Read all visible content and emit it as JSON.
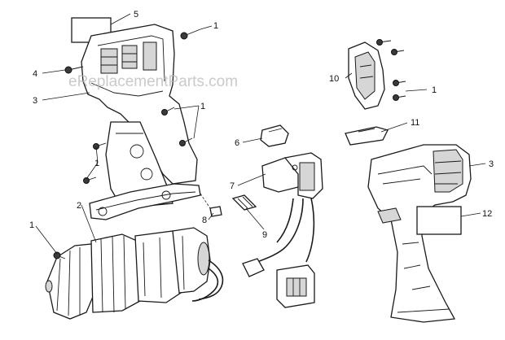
{
  "watermark": "eReplacementParts.com",
  "callouts": {
    "c5": "5",
    "c1_top": "1",
    "c4": "4",
    "c3_left": "3",
    "c1_mid_right": "1",
    "c1_mid_left": "1",
    "c2": "2",
    "c1_bottom": "1",
    "c6": "6",
    "c7": "7",
    "c8": "8",
    "c9": "9",
    "c10": "10",
    "c1_right": "1",
    "c11": "11",
    "c3_right": "3",
    "c12": "12"
  },
  "colors": {
    "line": "#1a1a1a",
    "background": "#ffffff",
    "shade": "#d6d6d6",
    "watermark": "#b9b9b9"
  }
}
